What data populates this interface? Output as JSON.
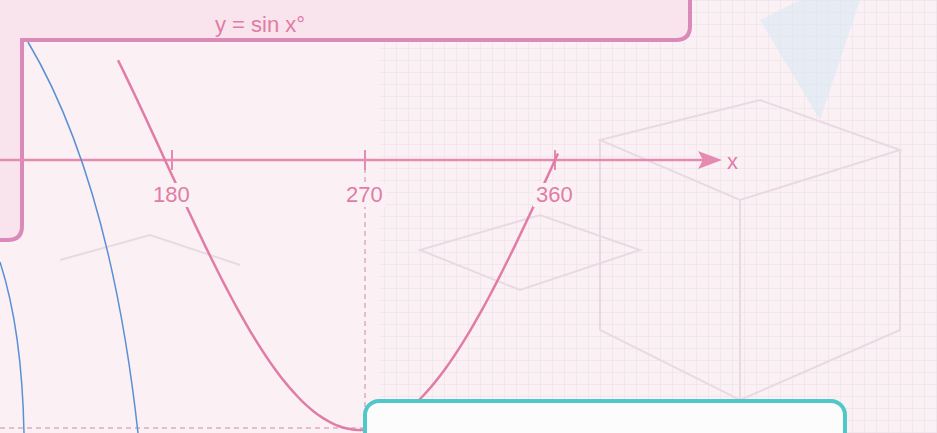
{
  "diagram": {
    "labels": [
      "y = sin x°",
      "180",
      "270",
      "360",
      "x"
    ]
  }
}
